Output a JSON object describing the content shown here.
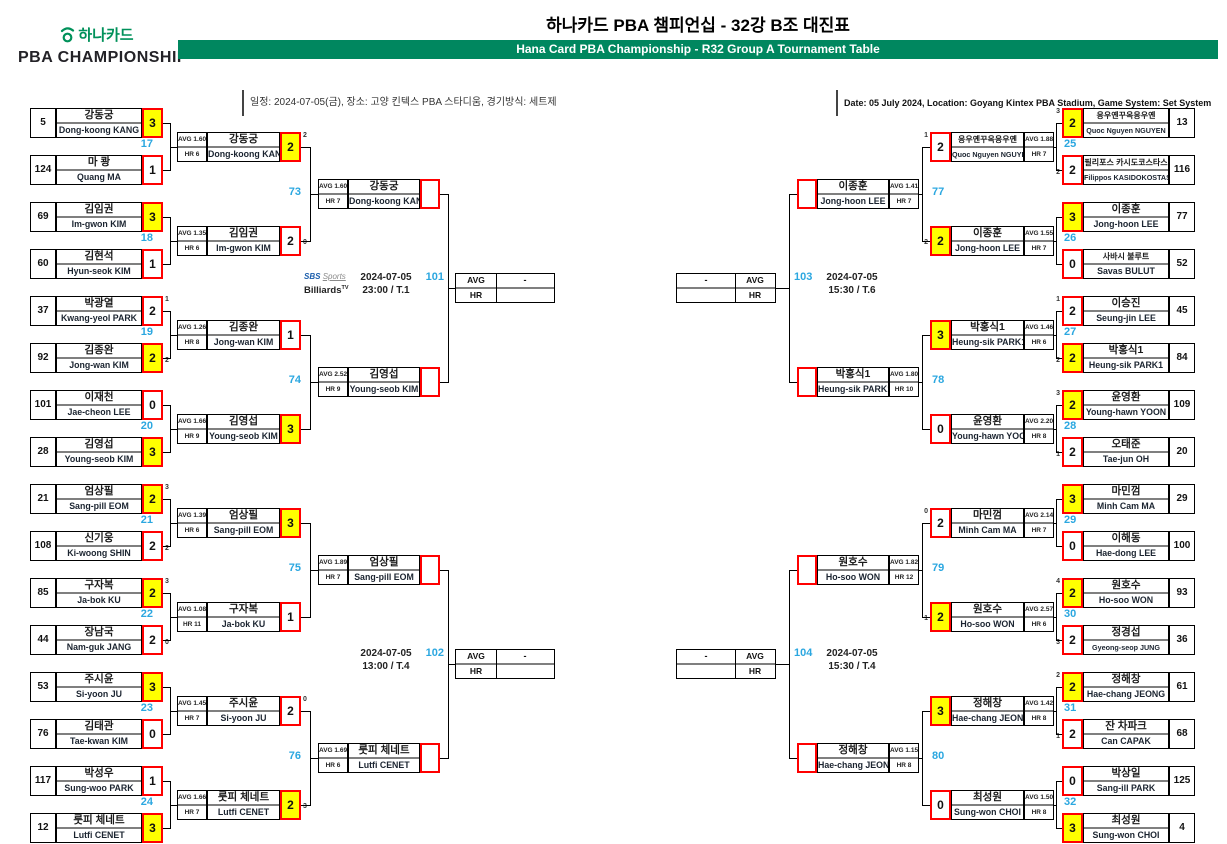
{
  "header": {
    "logo": {
      "hana": "하나카드",
      "pba": "PBA CHAMPIONSHIP"
    },
    "title_ko": "하나카드 PBA 챔피언십 - 32강 B조 대진표",
    "title_en": "Hana Card PBA Championship - R32 Group A Tournament Table",
    "info_ko": "일정: 2024-07-05(금), 장소: 고양 킨텍스 PBA 스타디움, 경기방식: 세트제",
    "info_en": "Date: 05 July 2024, Location: Goyang Kintex PBA Stadium, Game System: Set System"
  },
  "labels": {
    "avg": "AVG",
    "hr": "HR",
    "dash": "-"
  },
  "sbs": {
    "sbs": "SBS",
    "sports": "Sports",
    "billiards": "Billiards",
    "tv": "TV"
  },
  "colors": {
    "accent_blue": "#2ba7e0",
    "winner_yellow": "#ffff00",
    "score_border_red": "#ff0000",
    "header_green": "#00875f"
  },
  "bracket": {
    "left": {
      "r32": [
        {
          "no": "17",
          "p1": {
            "seed": "5",
            "ko": "강동궁",
            "en": "Dong-koong KANG",
            "score": "3",
            "win": true
          },
          "p2": {
            "seed": "124",
            "ko": "마 쾅",
            "en": "Quang MA",
            "score": "1",
            "win": false
          }
        },
        {
          "no": "18",
          "p1": {
            "seed": "69",
            "ko": "김임권",
            "en": "Im-gwon KIM",
            "score": "3",
            "win": true
          },
          "p2": {
            "seed": "60",
            "ko": "김현석",
            "en": "Hyun-seok KIM",
            "score": "1",
            "win": false
          }
        },
        {
          "no": "19",
          "p1": {
            "seed": "37",
            "ko": "박광열",
            "en": "Kwang-yeol PARK",
            "score": "2",
            "win": false,
            "so": "1"
          },
          "p2": {
            "seed": "92",
            "ko": "김종완",
            "en": "Jong-wan KIM",
            "score": "2",
            "win": true,
            "so": "2"
          }
        },
        {
          "no": "20",
          "p1": {
            "seed": "101",
            "ko": "이재천",
            "en": "Jae-cheon LEE",
            "score": "0",
            "win": false
          },
          "p2": {
            "seed": "28",
            "ko": "김영섭",
            "en": "Young-seob KIM",
            "score": "3",
            "win": true
          }
        },
        {
          "no": "21",
          "p1": {
            "seed": "21",
            "ko": "엄상필",
            "en": "Sang-pill EOM",
            "score": "2",
            "win": true,
            "so": "3"
          },
          "p2": {
            "seed": "108",
            "ko": "신기웅",
            "en": "Ki-woong SHIN",
            "score": "2",
            "win": false,
            "so": "2"
          }
        },
        {
          "no": "22",
          "p1": {
            "seed": "85",
            "ko": "구자복",
            "en": "Ja-bok KU",
            "score": "2",
            "win": true,
            "so": "3"
          },
          "p2": {
            "seed": "44",
            "ko": "장남국",
            "en": "Nam-guk JANG",
            "score": "2",
            "win": false,
            "so": "0"
          }
        },
        {
          "no": "23",
          "p1": {
            "seed": "53",
            "ko": "주시윤",
            "en": "Si-yoon JU",
            "score": "3",
            "win": true
          },
          "p2": {
            "seed": "76",
            "ko": "김태관",
            "en": "Tae-kwan KIM",
            "score": "0",
            "win": false
          }
        },
        {
          "no": "24",
          "p1": {
            "seed": "117",
            "ko": "박성우",
            "en": "Sung-woo PARK",
            "score": "1",
            "win": false
          },
          "p2": {
            "seed": "12",
            "ko": "룻피 체네트",
            "en": "Lutfi CENET",
            "score": "3",
            "win": true
          }
        }
      ],
      "r16": [
        {
          "no": "73",
          "a": {
            "avg": "AVG 1.600",
            "hr": "HR 6",
            "ko": "강동궁",
            "en": "Dong-koong KANG",
            "score": "2",
            "win": true,
            "so": "2"
          },
          "b": {
            "avg": "AVG 1.357",
            "hr": "HR 6",
            "ko": "김임권",
            "en": "Im-gwon KIM",
            "score": "2",
            "win": false,
            "so": "0"
          }
        },
        {
          "no": "74",
          "a": {
            "avg": "AVG 1.268",
            "hr": "HR 8",
            "ko": "김종완",
            "en": "Jong-wan KIM",
            "score": "1",
            "win": false
          },
          "b": {
            "avg": "AVG 1.667",
            "hr": "HR 9",
            "ko": "김영섭",
            "en": "Young-seob KIM",
            "score": "3",
            "win": true
          }
        },
        {
          "no": "75",
          "a": {
            "avg": "AVG 1.393",
            "hr": "HR 6",
            "ko": "엄상필",
            "en": "Sang-pill EOM",
            "score": "3",
            "win": true
          },
          "b": {
            "avg": "AVG 1.083",
            "hr": "HR 11",
            "ko": "구자복",
            "en": "Ja-bok KU",
            "score": "1",
            "win": false
          }
        },
        {
          "no": "76",
          "a": {
            "avg": "AVG 1.452",
            "hr": "HR 7",
            "ko": "주시윤",
            "en": "Si-yoon JU",
            "score": "2",
            "win": false,
            "so": "0"
          },
          "b": {
            "avg": "AVG 1.667",
            "hr": "HR 7",
            "ko": "룻피 체네트",
            "en": "Lutfi CENET",
            "score": "2",
            "win": true,
            "so": "3"
          }
        }
      ],
      "qf": [
        {
          "no": "101",
          "date": "2024-07-05",
          "time": "23:00 / T.1",
          "sbs": true,
          "a": {
            "avg": "AVG 1.606",
            "hr": "HR 7",
            "ko": "강동궁",
            "en": "Dong-koong KANG"
          },
          "b": {
            "avg": "AVG 2.522",
            "hr": "HR 9",
            "ko": "김영섭",
            "en": "Young-seob KIM"
          }
        },
        {
          "no": "102",
          "date": "2024-07-05",
          "time": "13:00 / T.4",
          "sbs": false,
          "a": {
            "avg": "AVG 1.897",
            "hr": "HR 7",
            "ko": "엄상필",
            "en": "Sang-pill EOM"
          },
          "b": {
            "avg": "AVG 1.696",
            "hr": "HR 6",
            "ko": "룻피 체네트",
            "en": "Lutfi CENET"
          }
        }
      ]
    },
    "right": {
      "r32": [
        {
          "no": "25",
          "p1": {
            "seed": "13",
            "ko": "응우옌꾸옥응우옌",
            "en": "Quoc Nguyen NGUYEN",
            "score": "2",
            "win": true,
            "so": "3"
          },
          "p2": {
            "seed": "116",
            "ko": "필리포스 카시도코스타스",
            "en": "Filippos KASIDOKOSTAS",
            "score": "2",
            "win": false,
            "so": "2"
          }
        },
        {
          "no": "26",
          "p1": {
            "seed": "77",
            "ko": "이종훈",
            "en": "Jong-hoon LEE",
            "score": "3",
            "win": true
          },
          "p2": {
            "seed": "52",
            "ko": "사바시 불루트",
            "en": "Savas BULUT",
            "score": "0",
            "win": false
          }
        },
        {
          "no": "27",
          "p1": {
            "seed": "45",
            "ko": "이승진",
            "en": "Seung-jin LEE",
            "score": "2",
            "win": false,
            "so": "1"
          },
          "p2": {
            "seed": "84",
            "ko": "박홍식1",
            "en": "Heung-sik PARK1",
            "score": "2",
            "win": true,
            "so": "2"
          }
        },
        {
          "no": "28",
          "p1": {
            "seed": "109",
            "ko": "윤영환",
            "en": "Young-hawn YOON",
            "score": "2",
            "win": true,
            "so": "3"
          },
          "p2": {
            "seed": "20",
            "ko": "오태준",
            "en": "Tae-jun OH",
            "score": "2",
            "win": false,
            "so": "1"
          }
        },
        {
          "no": "29",
          "p1": {
            "seed": "29",
            "ko": "마민껌",
            "en": "Minh Cam MA",
            "score": "3",
            "win": true
          },
          "p2": {
            "seed": "100",
            "ko": "이해동",
            "en": "Hae-dong LEE",
            "score": "0",
            "win": false
          }
        },
        {
          "no": "30",
          "p1": {
            "seed": "93",
            "ko": "원호수",
            "en": "Ho-soo WON",
            "score": "2",
            "win": true,
            "so": "4"
          },
          "p2": {
            "seed": "36",
            "ko": "정경섭",
            "en": "Gyeong-seop JUNG",
            "score": "2",
            "win": false,
            "so": "3"
          }
        },
        {
          "no": "31",
          "p1": {
            "seed": "61",
            "ko": "정해창",
            "en": "Hae-chang JEONG",
            "score": "2",
            "win": true,
            "so": "2"
          },
          "p2": {
            "seed": "68",
            "ko": "잔 차파크",
            "en": "Can CAPAK",
            "score": "2",
            "win": false,
            "so": "1"
          }
        },
        {
          "no": "32",
          "p1": {
            "seed": "125",
            "ko": "박상일",
            "en": "Sang-ill PARK",
            "score": "0",
            "win": false
          },
          "p2": {
            "seed": "4",
            "ko": "최성원",
            "en": "Sung-won CHOI",
            "score": "3",
            "win": true
          }
        }
      ],
      "r16": [
        {
          "no": "77",
          "a": {
            "avg": "AVG 1.880",
            "hr": "HR 7",
            "ko": "응우옌꾸옥응우옌",
            "en": "Quoc Nguyen NGUYEN",
            "score": "2",
            "win": false,
            "so": "1"
          },
          "b": {
            "avg": "AVG 1.552",
            "hr": "HR 7",
            "ko": "이종훈",
            "en": "Jong-hoon LEE",
            "score": "2",
            "win": true,
            "so": "2"
          }
        },
        {
          "no": "78",
          "a": {
            "avg": "AVG 1.462",
            "hr": "HR 6",
            "ko": "박홍식1",
            "en": "Heung-sik PARK1",
            "score": "3",
            "win": true
          },
          "b": {
            "avg": "AVG 2.200",
            "hr": "HR 8",
            "ko": "윤영환",
            "en": "Young-hawn YOON",
            "score": "0",
            "win": false
          }
        },
        {
          "no": "79",
          "a": {
            "avg": "AVG 2.143",
            "hr": "HR 7",
            "ko": "마민껌",
            "en": "Minh Cam MA",
            "score": "2",
            "win": false,
            "so": "0"
          },
          "b": {
            "avg": "AVG 2.571",
            "hr": "HR 6",
            "ko": "원호수",
            "en": "Ho-soo WON",
            "score": "2",
            "win": true,
            "so": "1"
          }
        },
        {
          "no": "80",
          "a": {
            "avg": "AVG 1.424",
            "hr": "HR 8",
            "ko": "정해창",
            "en": "Hae-chang JEONG",
            "score": "3",
            "win": true
          },
          "b": {
            "avg": "AVG 1.500",
            "hr": "HR 8",
            "ko": "최성원",
            "en": "Sung-won CHOI",
            "score": "0",
            "win": false
          }
        }
      ],
      "qf": [
        {
          "no": "103",
          "date": "2024-07-05",
          "time": "15:30 / T.6",
          "sbs": false,
          "a": {
            "avg": "AVG 1.419",
            "hr": "HR 7",
            "ko": "이종훈",
            "en": "Jong-hoon LEE"
          },
          "b": {
            "avg": "AVG 1.800",
            "hr": "HR 10",
            "ko": "박홍식1",
            "en": "Heung-sik PARK1"
          }
        },
        {
          "no": "104",
          "date": "2024-07-05",
          "time": "15:30 / T.4",
          "sbs": false,
          "a": {
            "avg": "AVG 1.828",
            "hr": "HR 12",
            "ko": "원호수",
            "en": "Ho-soo WON"
          },
          "b": {
            "avg": "AVG 1.154",
            "hr": "HR 8",
            "ko": "정해창",
            "en": "Hae-chang JEONG"
          }
        }
      ]
    }
  }
}
